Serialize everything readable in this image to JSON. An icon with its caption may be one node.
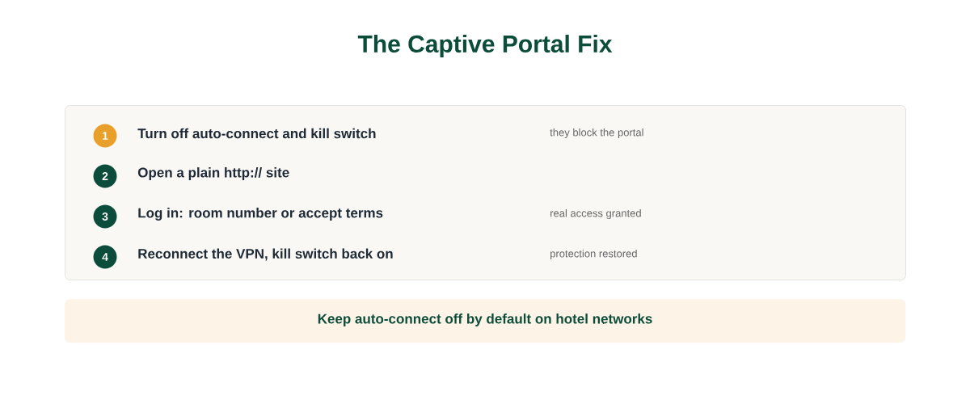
{
  "diagram": {
    "title": "The Captive Portal Fix",
    "nodes": [
      {
        "text": [],
        "shape": "box"
      },
      {
        "text": [
          "1"
        ],
        "beside": [
          "Turn off auto-connect and kill switch"
        ],
        "in": 0
      },
      {
        "text": [
          "2"
        ],
        "beside": [
          "Open a plain http:// site"
        ],
        "in": 0
      },
      {
        "text": [
          "3"
        ],
        "beside": [
          "Log in: room number or accept terms"
        ],
        "in": 0
      },
      {
        "text": [
          "4"
        ],
        "beside": [
          "Reconnect the VPN, kill switch back on"
        ],
        "in": 0
      },
      {
        "text": [
          "Keep auto-connect off by default on hotel networks"
        ]
      }
    ],
    "labels": [
      "they block the portal",
      "real access granted",
      "protection restored"
    ]
  }
}
